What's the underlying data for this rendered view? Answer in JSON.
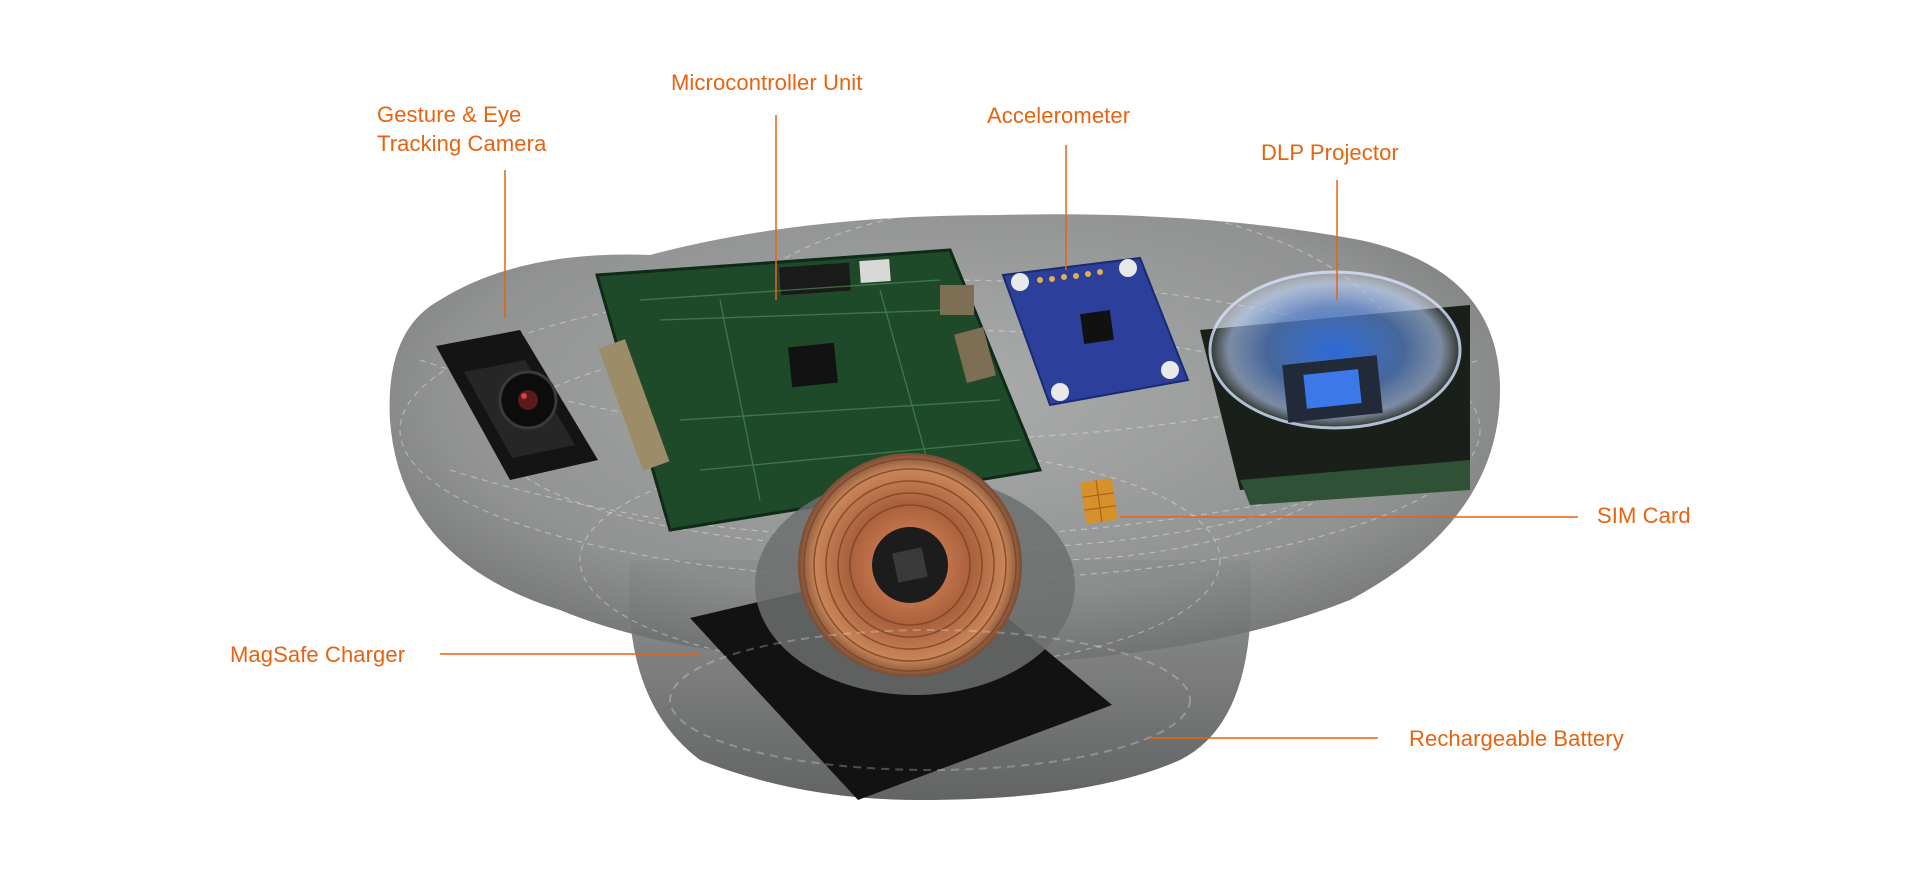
{
  "colors": {
    "accent": "#e8620f",
    "shell": "#8f9190",
    "shell_dark": "#5a5c5b",
    "pcb_green": "#1f4a2a",
    "pcb_blue": "#2c3f9a",
    "copper": "#b8673f",
    "sim_gold": "#d7902a"
  },
  "labels": {
    "camera": [
      "Gesture & Eye",
      "Tracking Camera"
    ],
    "mcu": "Microcontroller Unit",
    "accelerometer": "Accelerometer",
    "projector": "DLP Projector",
    "sim": "SIM Card",
    "magsafe": "MagSafe Charger",
    "battery": "Rechargeable Battery"
  },
  "icons": {
    "camera": "camera-module-icon",
    "mcu": "circuit-board-icon",
    "accelerometer": "sensor-chip-icon",
    "projector": "projector-lens-icon",
    "sim": "sim-card-icon",
    "magsafe": "charging-coil-icon",
    "battery": "battery-pack-icon"
  }
}
